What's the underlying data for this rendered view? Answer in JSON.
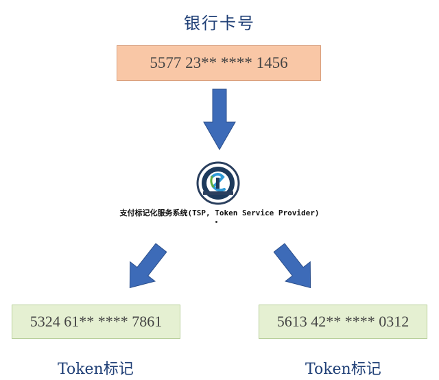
{
  "title": "银行卡号",
  "card_number": "5577 23** **** 1456",
  "tsp_label": "支付标记化服务系统(TSP, Token Service Provider)",
  "tokens": [
    {
      "number": "5324 61** **** 7861",
      "label": "Token标记"
    },
    {
      "number": "5613 42** **** 0312",
      "label": "Token标记"
    }
  ],
  "colors": {
    "arrow": "#3d6bb8",
    "card_box": "#f9c7a6",
    "token_box": "#e5f0d2",
    "title_text": "#1f3f76"
  }
}
